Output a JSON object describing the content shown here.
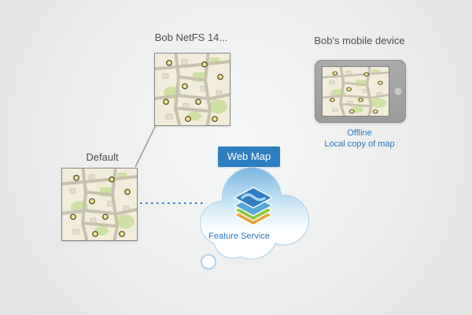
{
  "diagram": {
    "bob_map_label": "Bob NetFS 14...",
    "mobile_label": "Bob's mobile device",
    "offline_line1": "Offline",
    "offline_line2": "Local copy of map",
    "default_label": "Default",
    "web_map_label": "Web Map",
    "feature_service_label": "Feature Service"
  },
  "icons": {
    "map_thumbnails": "map-thumbnail",
    "tablet": "tablet-device",
    "cloud": "cloud-icon",
    "layers": "layers-icon"
  },
  "colors": {
    "accent_blue": "#2e7fc1",
    "blue_text": "#2878bf",
    "label_gray": "#4d4d4d",
    "cloud_stroke": "#a9d2ee",
    "map_background": "#f2edda",
    "map_green": "#cfe0a6",
    "map_marker_yellow": "#ffe88d",
    "tablet_gray": "#9b9b9b",
    "connector_gray": "#999999"
  }
}
